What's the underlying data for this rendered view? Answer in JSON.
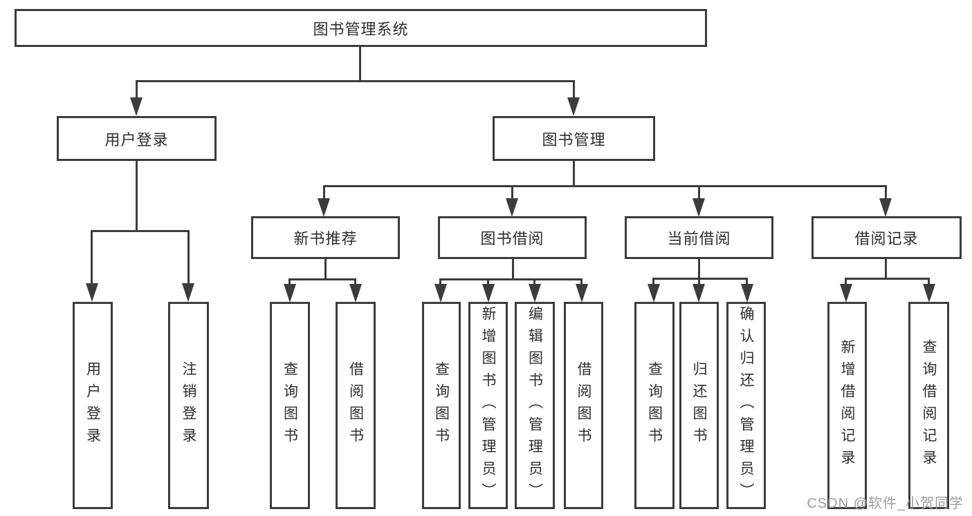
{
  "diagram": {
    "title": "图书管理系统",
    "level1": [
      {
        "label": "用户登录",
        "children": [
          "用户登录",
          "注销登录"
        ]
      },
      {
        "label": "图书管理"
      }
    ],
    "level2": [
      {
        "label": "新书推荐",
        "children": [
          "查询图书",
          "借阅图书"
        ]
      },
      {
        "label": "图书借阅",
        "children": [
          "查询图书",
          "新增图书（管理员）",
          "编辑图书（管理员）",
          "借阅图书"
        ]
      },
      {
        "label": "当前借阅",
        "children": [
          "查询图书",
          "归还图书",
          "确认归还（管理员）"
        ]
      },
      {
        "label": "借阅记录",
        "children": [
          "新增借阅记录",
          "查询借阅记录"
        ]
      }
    ],
    "watermark": "CSDN @软件_小贺同学"
  }
}
